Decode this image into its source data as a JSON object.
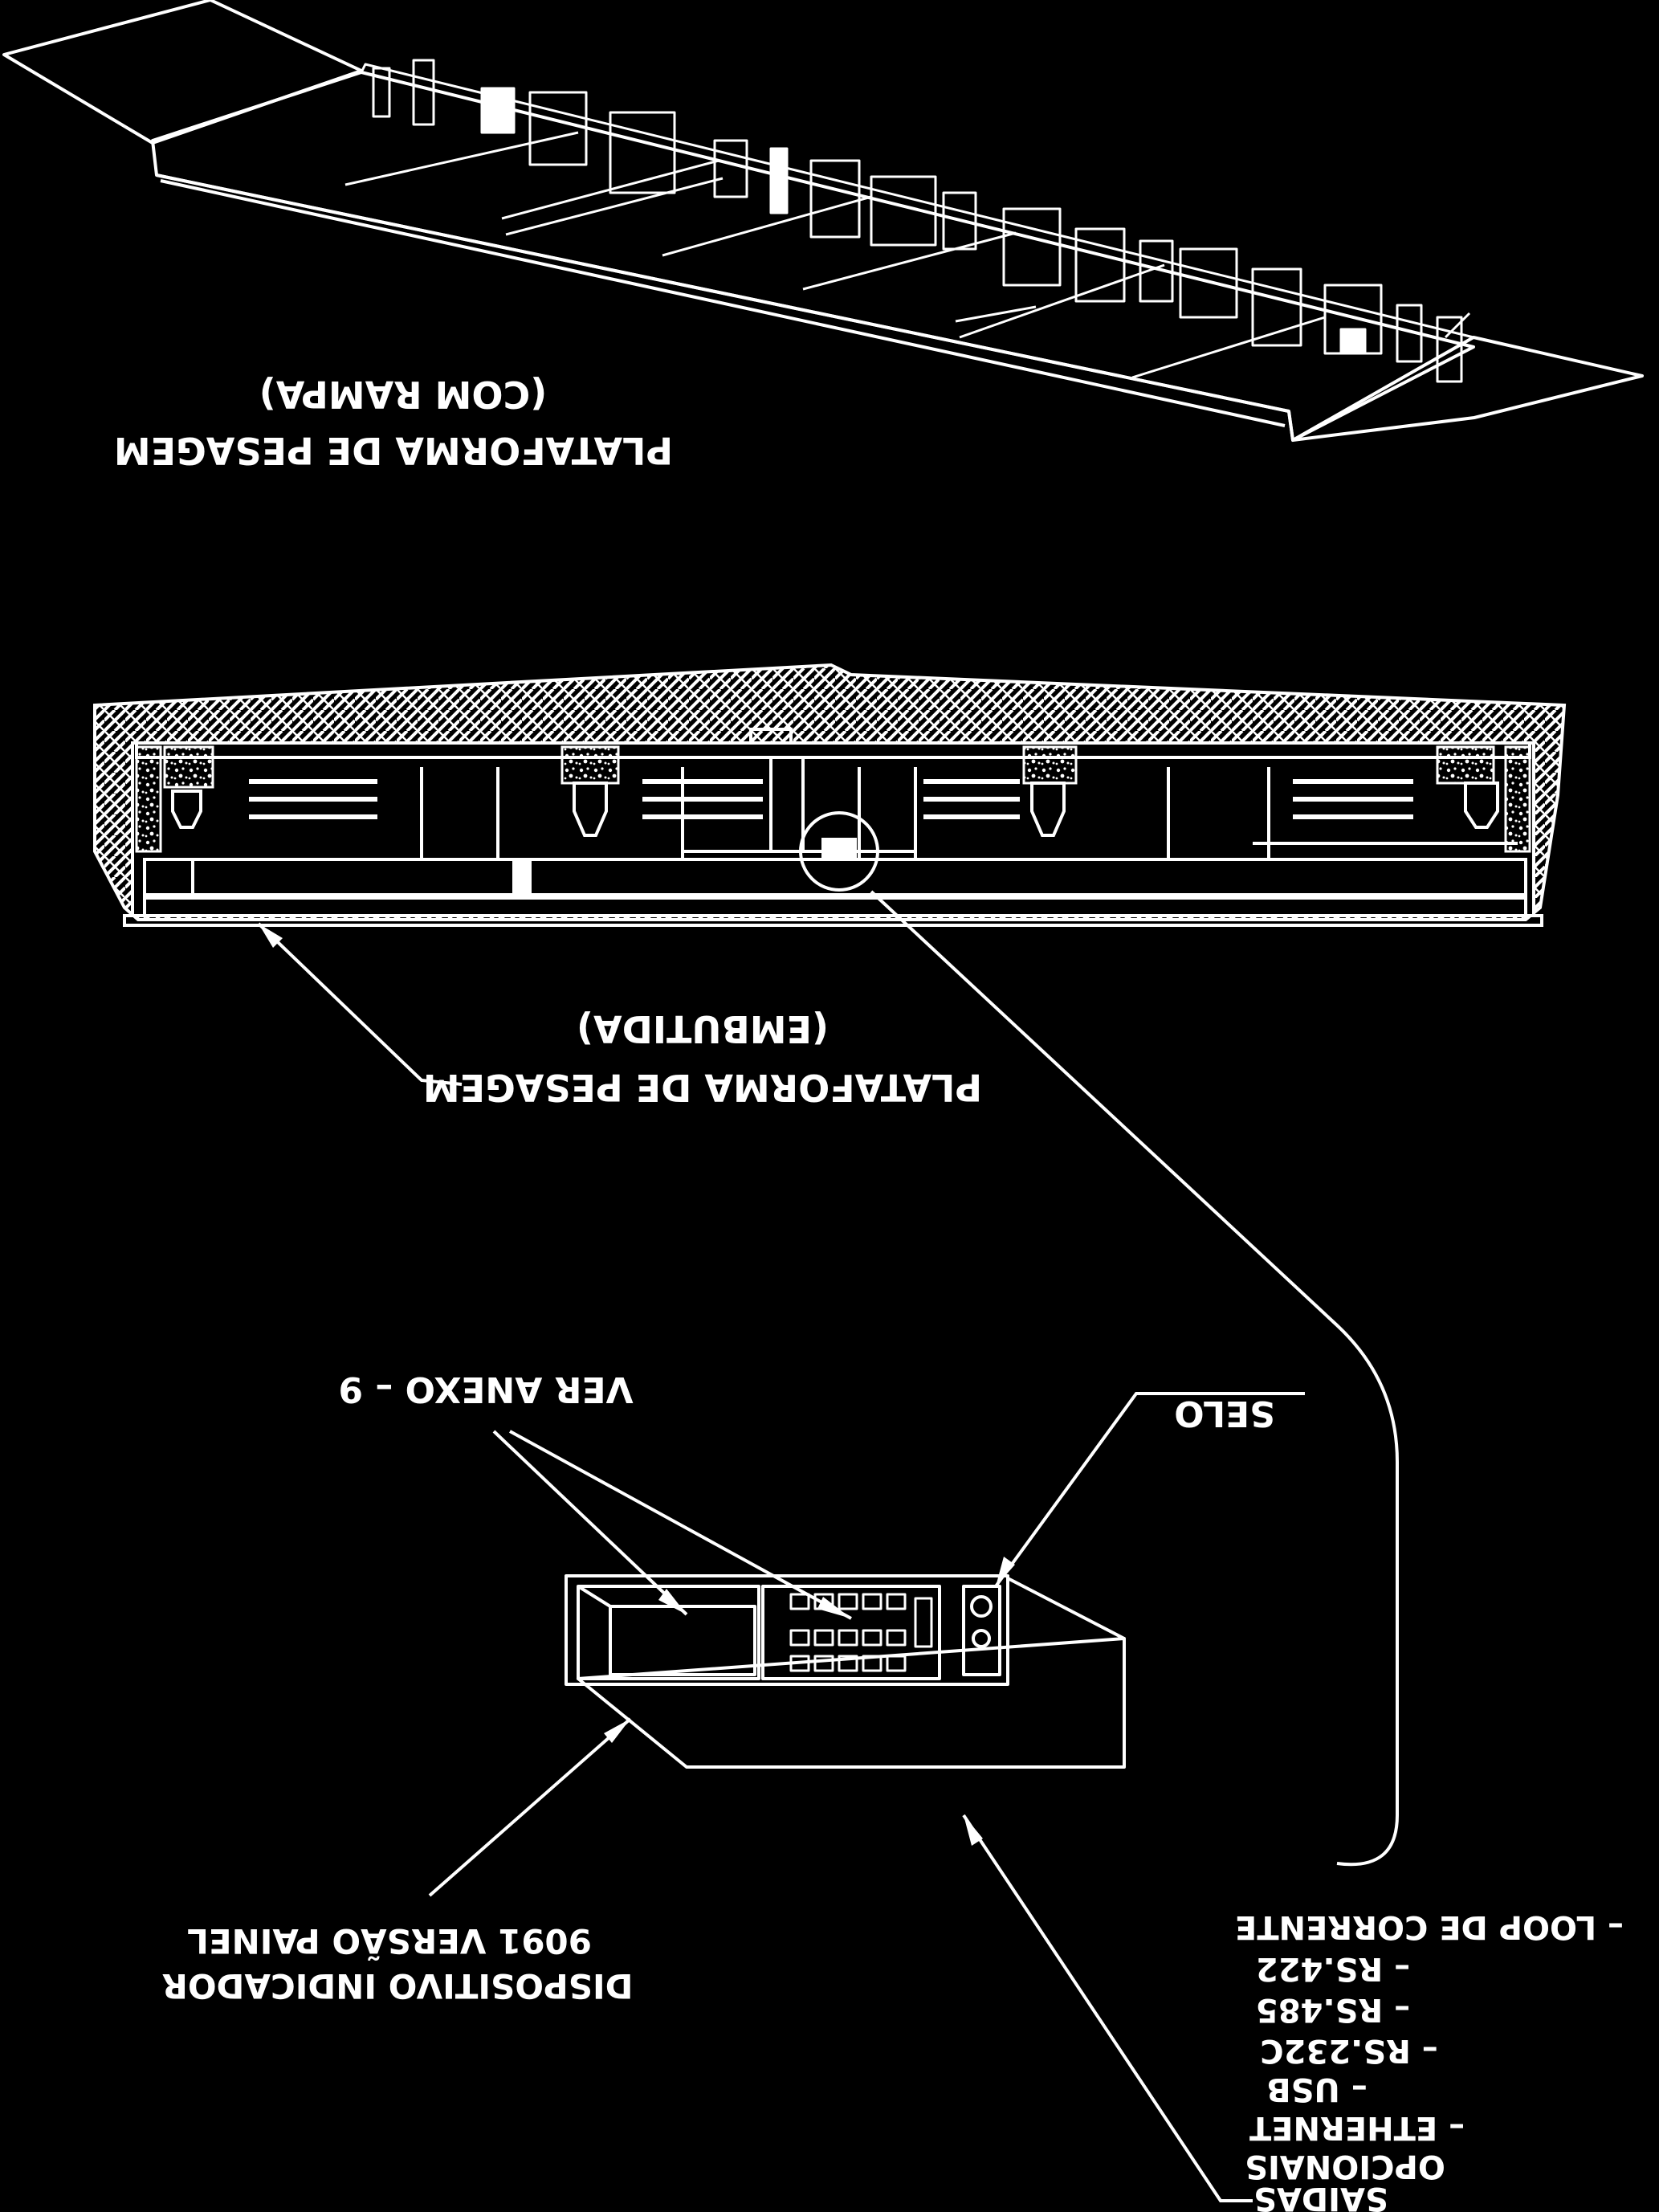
{
  "colors": {
    "background": "#000000",
    "ink": "#ffffff"
  },
  "labels": {
    "platform_ramp_title": "PLATAFORMA DE PESAGEM",
    "platform_ramp_sub": "(COM RAMPA)",
    "platform_embedded_title": "PLATAFORMA DE PESAGEM",
    "platform_embedded_sub": "(EMBUTIDA)",
    "see_annex": "VER ANEXO – 9",
    "seal": "SELO",
    "indicator_line1": "DISPOSITIVO INDICADOR",
    "indicator_line2": "9091 VERSÃO PAINEL",
    "outputs_title": "SAÍDAS",
    "outputs_subtitle": "OPCIONAIS",
    "outputs": [
      "– LOOP DE CORRENTE",
      "– RS.422",
      "– RS.485",
      "– RS.232C",
      "– USB",
      "– ETHERNET"
    ]
  }
}
